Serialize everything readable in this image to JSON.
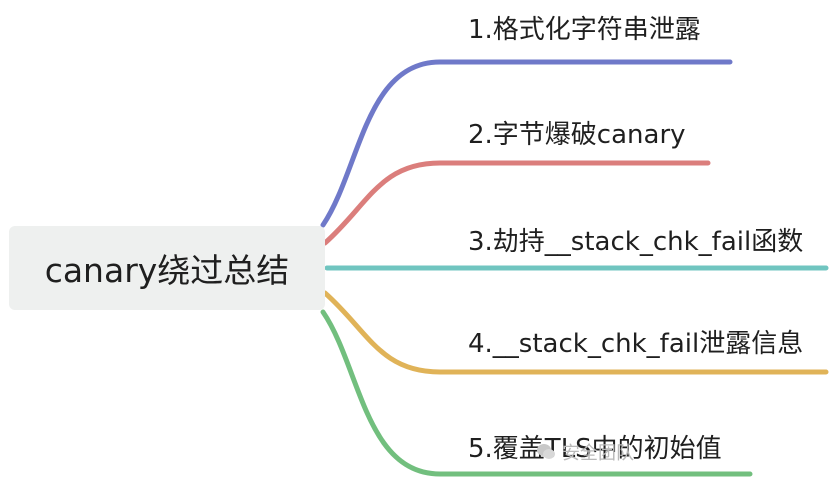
{
  "root": {
    "label": "canary绕过总结"
  },
  "branches": [
    {
      "label": "1.格式化字符串泄露",
      "color": "#6f79c9"
    },
    {
      "label": "2.字节爆破canary",
      "color": "#db7e7c"
    },
    {
      "label": "3.劫持__stack_chk_fail函数",
      "color": "#70c5c0"
    },
    {
      "label": "4.__stack_chk_fail泄露信息",
      "color": "#e0b358"
    },
    {
      "label": "5.覆盖TLS中的初始值",
      "color": "#72bf7e"
    }
  ],
  "watermark": {
    "text": "安全团队",
    "icon": "wechat-icon"
  }
}
